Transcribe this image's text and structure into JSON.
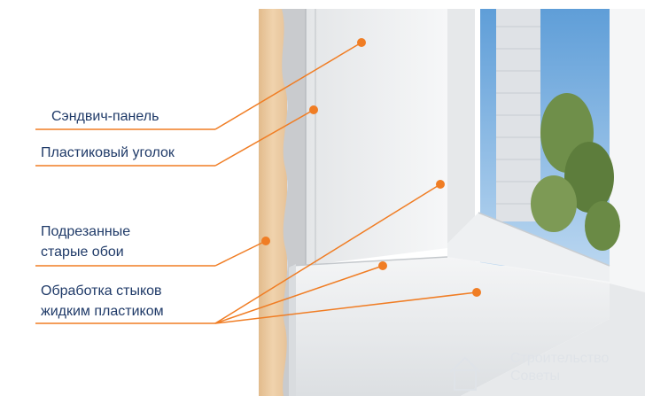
{
  "labels": {
    "sandwich_panel": "Сэндвич-панель",
    "plastic_corner": "Пластиковый уголок",
    "trimmed_wallpaper_line1": "Подрезанные",
    "trimmed_wallpaper_line2": "старые обои",
    "joint_treatment_line1": "Обработка стыков",
    "joint_treatment_line2": "жидким пластиком"
  },
  "watermark": {
    "line1": "Строительство",
    "line2": "Советы"
  },
  "colors": {
    "leader_line": "#f07d24",
    "marker_dot": "#f07d24",
    "label_text": "#1f3a68",
    "wall_wood": "#e9c9a0",
    "foam": "#c9cbce",
    "panel": "#eeeff0",
    "glass_sky": "#7fb3e0"
  }
}
